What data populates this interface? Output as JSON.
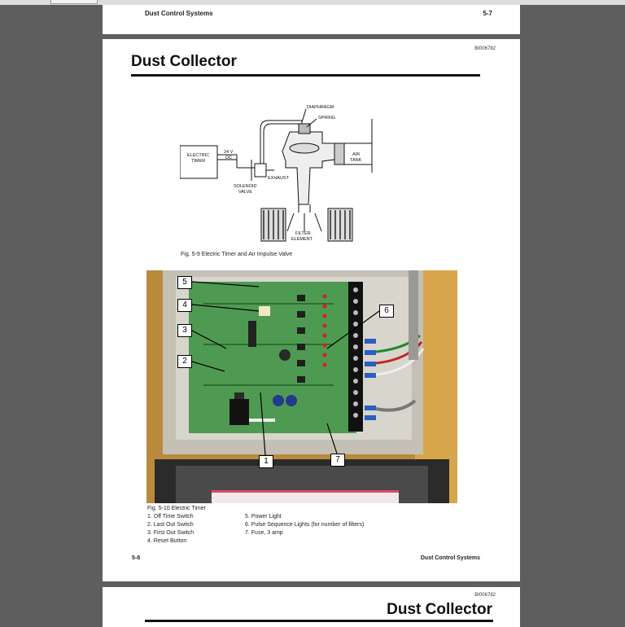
{
  "page_top": {
    "header_left": "Dust Control Systems",
    "header_right": "5-7"
  },
  "page_main": {
    "doc_id": "BI006782",
    "title": "Dust Collector",
    "diagram": {
      "labels": {
        "diaphragm": "DIAPHRAGM",
        "spring": "SPRING",
        "electric": "ELECTRIC",
        "timer": "TIMER",
        "volts": "24 V",
        "dc": "DC",
        "exhaust": "EXHAUST",
        "solenoid": "SOLENOID",
        "valve": "VALVE",
        "air": "AIR",
        "tank": "TANK",
        "filter": "FILTER",
        "element": "ELEMENT"
      }
    },
    "fig9_caption": "Fig. 5-9  Electric Timer and Air Impulse Valve",
    "photo_callouts": [
      "5",
      "4",
      "3",
      "2",
      "6",
      "1",
      "7"
    ],
    "fig10_caption": "Fig. 5-10  Electric Timer",
    "legend_left": [
      "1.  Off Time Switch",
      "2.  Last Out Switch",
      "3.  First Out Switch",
      "4.  Reset Button"
    ],
    "legend_right": [
      "5.  Power Light",
      "6.  Pulse Sequence Lights (for number of filters)",
      "7.  Fuse, 3 amp"
    ],
    "footer_left": "5-8",
    "footer_right": "Dust Control Systems"
  },
  "page_next": {
    "doc_id": "BI006782",
    "title": "Dust Collector"
  }
}
